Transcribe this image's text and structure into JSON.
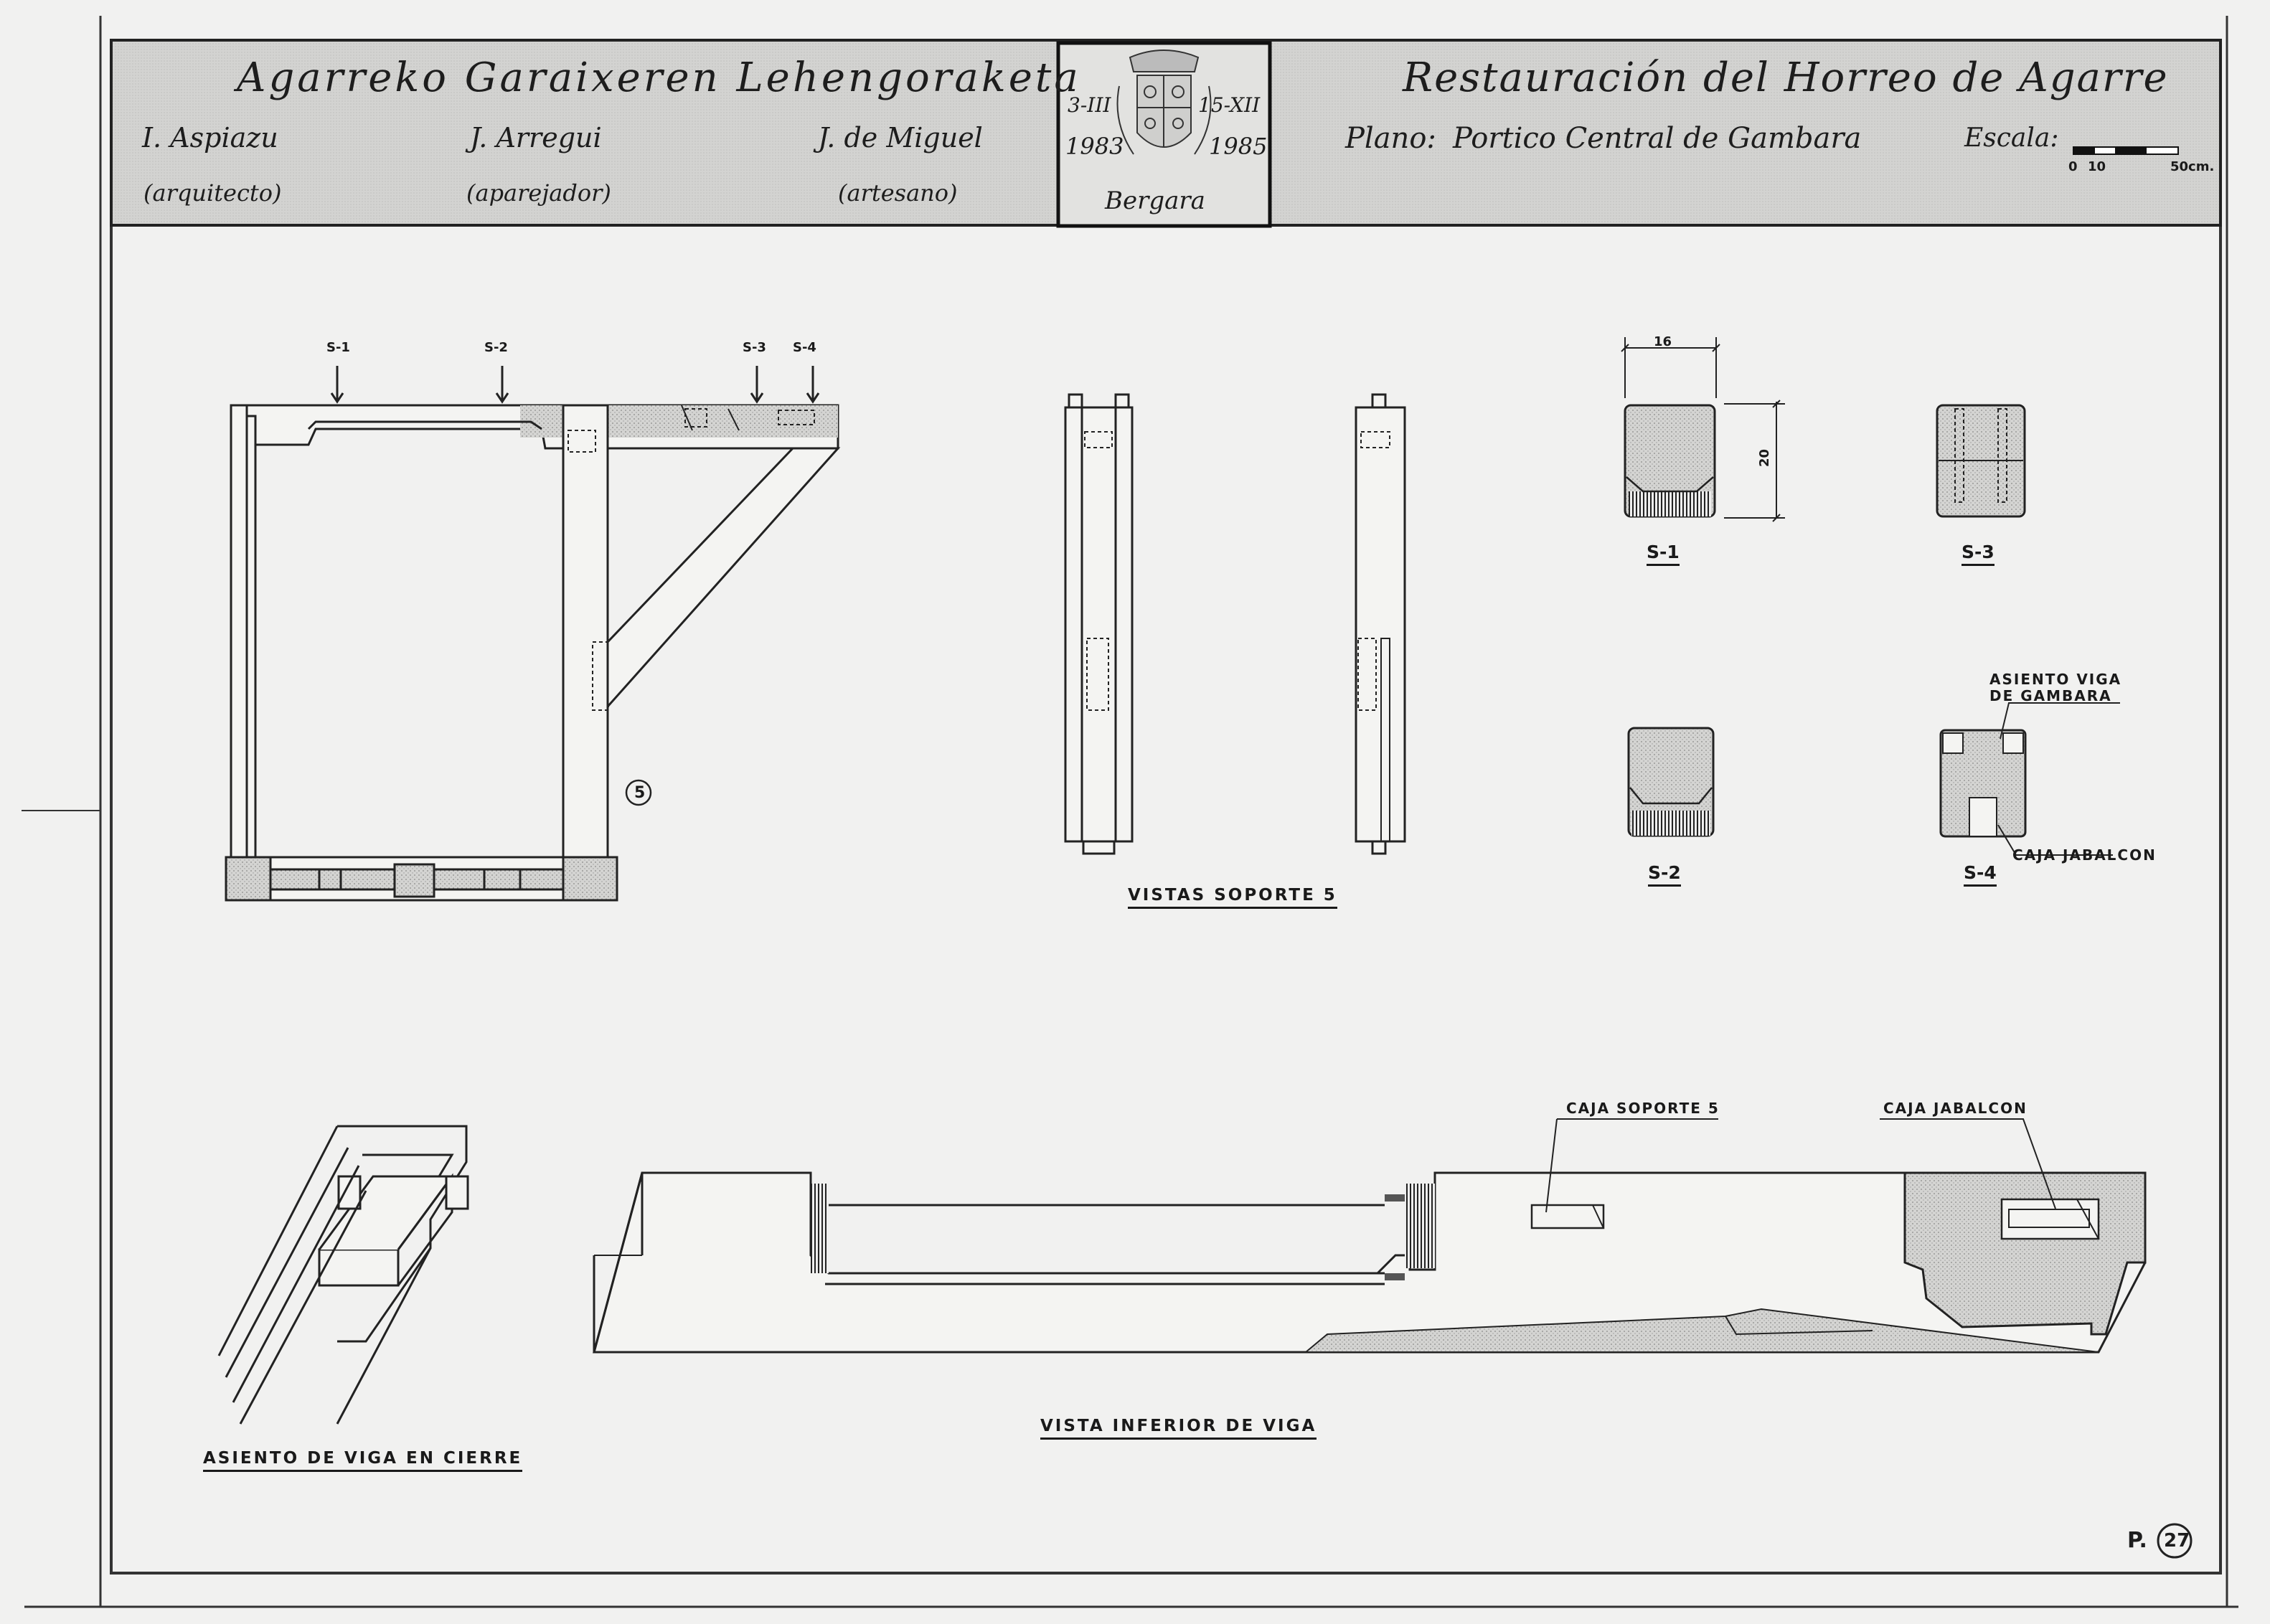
{
  "title_block": {
    "basque_title": "Agarreko Garaixeren Lehengoraketa",
    "spanish_title": "Restauración del Horreo de Agarre",
    "credits": [
      {
        "name": "I. Aspiazu",
        "role": "(arquitecto)"
      },
      {
        "name": "J. Arregui",
        "role": "(aparejador)"
      },
      {
        "name": "J. de Miguel",
        "role": "(artesano)"
      }
    ],
    "seal": {
      "date_start": "3-III",
      "date_end": "15-XII",
      "year_start": "1983",
      "year_end": "1985",
      "place": "Bergara"
    },
    "plan_label": "Plano:",
    "plan_name": "Portico Central de Gambara",
    "scale_label": "Escala:",
    "scale_ticks": [
      "0",
      "10",
      "50cm."
    ]
  },
  "drawing": {
    "section_marks": [
      "S-1",
      "S-2",
      "S-3",
      "S-4"
    ],
    "support_number": "5",
    "views_label": "VISTAS SOPORTE 5",
    "sections": {
      "s1": "S-1",
      "s2": "S-2",
      "s3": "S-3",
      "s4": "S-4",
      "dim_width": "16",
      "dim_height": "20"
    },
    "asiento_viga_gambara": [
      "ASIENTO VIGA",
      "DE GAMBARA"
    ],
    "caja_jabalcon": "CAJA JABALCON",
    "caja_soporte": "CAJA SOPORTE 5",
    "caja_jabalcon_2": "CAJA JABALCON",
    "asiento_cierre_label": "ASIENTO DE VIGA EN CIERRE",
    "vista_inferior_label": "VISTA INFERIOR DE VIGA",
    "page_prefix": "P.",
    "page_number": "27"
  }
}
